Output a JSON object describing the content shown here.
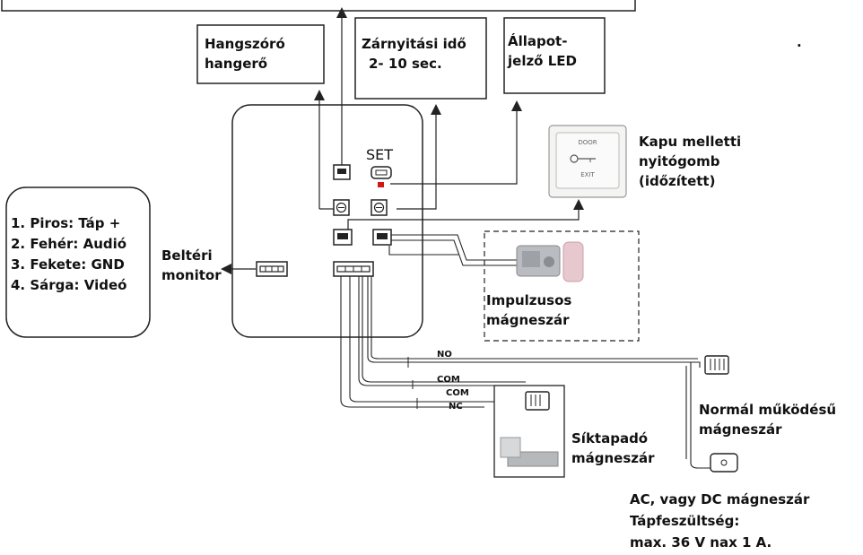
{
  "labels": {
    "speaker_volume": [
      "Hangszóró",
      "hangerő"
    ],
    "unlock_time": [
      "Zárnyitási idő",
      "2- 10 sec."
    ],
    "status_led": [
      "Állapot-",
      "jelző LED"
    ],
    "exit_button": [
      "Kapu melletti",
      "nyitógomb",
      "(időzített)"
    ],
    "set_label": "SET",
    "indoor_monitor": [
      "Beltéri",
      "monitor"
    ],
    "wire_colors": [
      "1. Piros: Táp +",
      "2. Fehér: Audió",
      "3. Fekete: GND",
      "4. Sárga: Videó"
    ],
    "impulse_lock": [
      "Impulzusos",
      "mágneszár"
    ],
    "terminal_no": "NO",
    "terminal_com_1": "COM",
    "terminal_com_2": "COM",
    "terminal_nc": "NC",
    "normal_lock": [
      "Normál működésű",
      "mágneszár"
    ],
    "flush_lock": [
      "Síktapadó",
      "mágneszár"
    ],
    "power_note": [
      "AC, vagy DC mágneszár",
      "Tápfeszültség:",
      "max. 36 V nax 1 A."
    ],
    "stray_dot": "."
  },
  "exit_button_text": {
    "top": "DOOR",
    "bottom": "EXIT"
  },
  "colors": {
    "line": "#222222",
    "led": "#d01818",
    "panel_bg": "#ffffff"
  }
}
